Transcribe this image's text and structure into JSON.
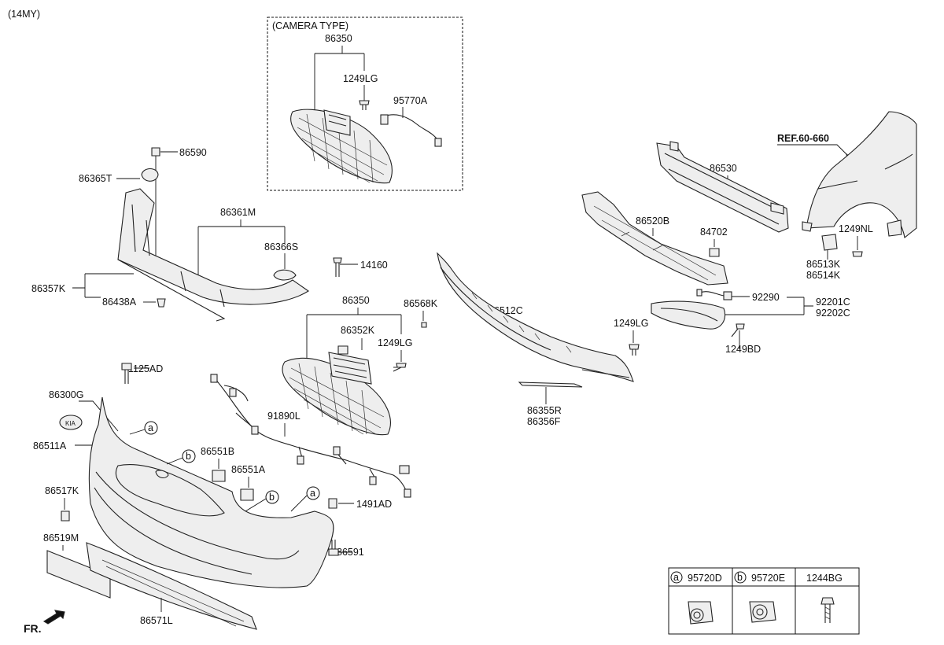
{
  "model_year": "(14MY)",
  "camera_box": {
    "title": "(CAMERA TYPE)",
    "grille": "86350",
    "screw": "1249LG",
    "camera": "95770A"
  },
  "labels": {
    "l86590": "86590",
    "l86365T": "86365T",
    "l86361M": "86361M",
    "l86366S": "86366S",
    "l86357K": "86357K",
    "l86438A": "86438A",
    "l14160": "14160",
    "l86350": "86350",
    "l86352K": "86352K",
    "l1249LG_a": "1249LG",
    "l1125AD": "1125AD",
    "l86300G": "86300G",
    "l86511A": "86511A",
    "l91890L": "91890L",
    "l86551B": "86551B",
    "l86551A": "86551A",
    "l86517K": "86517K",
    "l1491AD": "1491AD",
    "l86519M": "86519M",
    "l86591": "86591",
    "l86571L": "86571L",
    "l86568K": "86568K",
    "l86512C": "86512C",
    "l86355R": "86355R",
    "l86356F": "86356F",
    "l86530": "86530",
    "l86520B": "86520B",
    "l84702": "84702",
    "l1249LG_b": "1249LG",
    "l92290": "92290",
    "l92201C": "92201C",
    "l92202C": "92202C",
    "l1249BD": "1249BD",
    "ref": "REF.60-660",
    "l1249NL": "1249NL",
    "l86513K": "86513K",
    "l86514K": "86514K",
    "fr": "FR."
  },
  "callouts": {
    "a": "a",
    "b": "b"
  },
  "legend": [
    {
      "mark": "a",
      "part": "95720D"
    },
    {
      "mark": "b",
      "part": "95720E"
    },
    {
      "mark": "",
      "part": "1244BG"
    }
  ]
}
